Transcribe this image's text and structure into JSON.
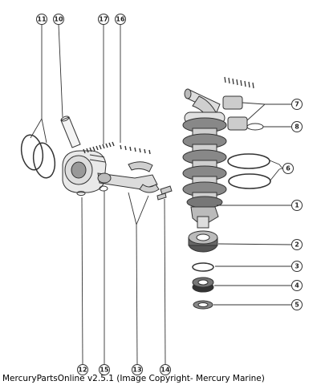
{
  "diagram": {
    "callouts": {
      "c1": "1",
      "c2": "2",
      "c3": "3",
      "c4": "4",
      "c5": "5",
      "c6": "6",
      "c7": "7",
      "c8": "8",
      "c10": "10",
      "c11": "11",
      "c12": "12",
      "c13": "13",
      "c14": "14",
      "c15": "15",
      "c16": "16",
      "c17": "17"
    }
  },
  "footer": {
    "credit": "MercuryPartsOnline v2.5.1 (Image Copyright- Mercury Marine)"
  }
}
